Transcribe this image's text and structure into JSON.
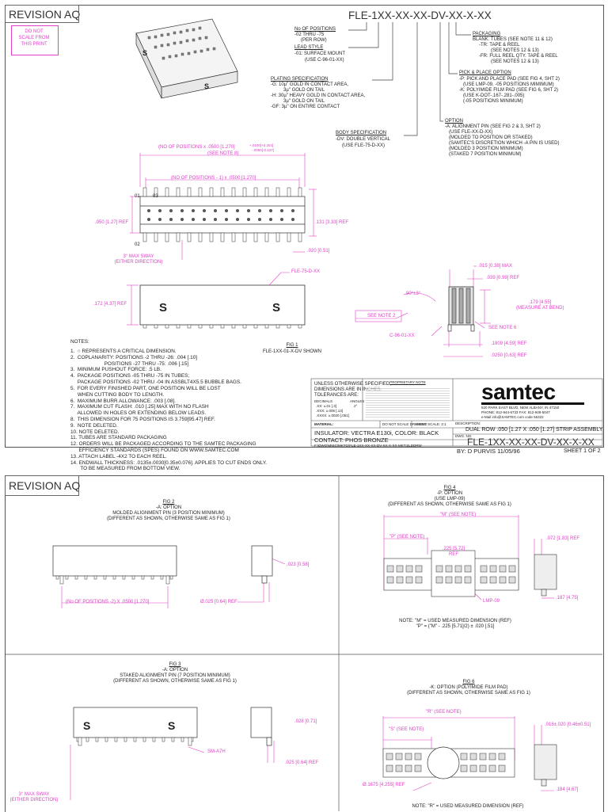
{
  "revision": "REVISION AQ",
  "do_not_scale": [
    "DO NOT",
    "SCALE FROM",
    "THIS PRINT"
  ],
  "part_number": "FLE-1XX-XX-XX-DV-XX-X-XX",
  "callouts": {
    "positions": [
      "No OF POSITIONS",
      "-02 THRU -75",
      "(PER ROW)"
    ],
    "lead": [
      "LEAD STYLE",
      "-01: SURFACE MOUNT",
      "(USE C-96-01-XX)"
    ],
    "plating": [
      "PLATING SPECIFICATION",
      "-G: 10µ\" GOLD IN CONTACT AREA,",
      "3µ\" GOLD ON TAIL",
      "-H: 30µ\" HEAVY GOLD IN CONTACT AREA,",
      "3µ\" GOLD ON TAIL",
      "-GF: 3µ\" ON ENTIRE CONTACT"
    ],
    "body": [
      "BODY SPECIFICATION",
      "-DV: DOUBLE VERTICAL",
      "(USE FLE-75-D-XX)"
    ],
    "packaging": [
      "PACKAGING",
      "BLANK: TUBES (SEE NOTE 11 & 12)",
      "-TR: TAPE & REEL",
      "(SEE NOTES 12 & 13)",
      "-FR: FULL REEL QTY. TAPE & REEL",
      "(SEE NOTES 12 & 13)"
    ],
    "pickplace": [
      "PICK & PLACE OPTION",
      "-P: PICK AND PLACE PAD (SEE FIG 4, SHT 2)",
      "(USE LMP-09, -05 POSITIONS MIMIMUM)",
      "-K: POLYIMIDE FILM PAD (SEE FIG 6, SHT 2)",
      "(USE K-DOT-.167-.281-.005)",
      "(-05 POSITIONS MINIMUM)"
    ],
    "option": [
      "OPTION",
      "-A: ALIGNMENT PIN (SEE FIG 2 & 3, SHT 2)",
      "(USE FLE-XX-D-XX)",
      "(MOLDED TO POSITION OR STAKED)",
      "(SAMTEC'S DISCRETION WHICH -A PIN IS USED)",
      "(MOLDED 3 POSITION MINIMUM)",
      "(STAKED 7 POSITION MINIMUM)"
    ]
  },
  "dims": {
    "top_len": "(NO OF POSITIONS x .0500 [1.270]",
    "top_tol": "+.0100[+0.254]",
    "top_tol2": "-.0050[-0.127]",
    "see_note8": "(SEE NOTE 8)",
    "pitch_len": "(NO OF POSITIONS - 1) x .0500 [1.270]",
    "pin01": "01",
    "pin03": "03",
    "pin02": "02",
    "d050": ".050 [1.27] REF",
    "d131": ".131 [3.33] REF",
    "d020": ".020 [0.51]",
    "sway": [
      "3° MAX SWAY",
      "(EITHER DIRECTION)"
    ],
    "fle75": "FLE-75-D-XX",
    "d172": ".172 [4.37] REF",
    "d015": ".015 [0.38] MAX",
    "d039": ".039 [0.99] REF",
    "ang": "90°±3°",
    "d179": [
      ".179 [4.55]",
      "(MEASURE AT BEND)"
    ],
    "see_note2": "SEE NOTE 2",
    "see_note6": "SEE NOTE 6",
    "c96": "C-96-01-XX",
    "d1809": ".1809 [4.59] REF",
    "d0250": ".0250 [0.63] REF"
  },
  "fig1": [
    "FIG 1",
    "FLE-1XX-01-X-DV SHOWN"
  ],
  "notes_title": "NOTES:",
  "notes": [
    "1.  ○ REPRESENTS A CRITICAL DIMENSION.",
    "2.  COPLANARITY: POSITIONS -2 THRU -26: .004 [.10]",
    "                        POSITIONS -27 THRU -75: .006 [.15]",
    "3.  MINIMUM PUSHOUT FORCE: .5 LB.",
    "4.  PACKAGE POSITIONS -05 THRU -75 IN TUBES;",
    "     PACKAGE POSITIONS -02 THRU -04 IN ASSBLT4X5.5 BUBBLE BAGS.",
    "5.  FOR EVERY FINISHED PART, ONE POSITION WILL BE LOST",
    "     WHEN CUTTING BODY TO LENGTH.",
    "6.  MAXIMUM BURR ALLOWANCE: .003 [.08].",
    "7.  MAXIMUM CUT FLASH: .010 [.25] MAX WITH NO FLASH",
    "     ALLOWED IN HOLES OR EXTENDING BELOW LEADS.",
    "8.  THIS DIMENSION FOR 75 POSITIONS IS 3.759[95.47] REF.",
    "9.  NOTE DELETED.",
    "10. NOTE DELETED.",
    "11. TUBES ARE STANDARD PACKAGING",
    "12. ORDERS WILL BE PACKAGED ACCORDING TO THE SAMTEC PACKAGING",
    "      EFFICIENCY STANDARDS (SPES) FOUND ON WWW.SAMTEC.COM",
    "13. ATTACH LABEL -4X2 TO EACH REEL.",
    "14. ENDWALL THICKNESS: .0135±.0030[0.35±0.076]. APPLIES TO CUT ENDS ONLY.",
    "       TO BE MEASURED FROM BOTTOM VIEW."
  ],
  "title_block": {
    "unless": [
      "UNLESS OTHERWISE SPECIFIED,",
      "DIMENSIONS ARE IN INCHES.",
      "TOLERANCES ARE:"
    ],
    "decimals": "DECIMALS",
    "angles": "ANGLES",
    "tols": [
      ".XX: ±.01 [.3]",
      ".XXX: ±.005 [.13]",
      ".XXXX: ±.0020 [.051]"
    ],
    "ang_tol": "2°",
    "prop_title": "PROPRIETARY NOTE",
    "material": "MATERIAL:",
    "do_not_scale": "DO NOT SCALE DRAWING",
    "sheet_scale": "SHEET SCALE: 2:1",
    "insulator": "INSULATOR: VECTRA E130i, COLOR: BLACK",
    "contact": "CONTACT: PHOS BRONZE",
    "path": "F:\\DWG\\MISC\\MKTG\\FLE-1XX-XX-XX-DV-XX-X-XX-MKT.SLDDRW",
    "logo": "samtec",
    "address": [
      "520 PARK EAST BLVD, NEW ALBANY, IN 47150",
      "PHONE: 812-944-6733     FAX: 812-948-5047",
      "e-Mail  info@SAMTEC.com      code 55322"
    ],
    "desc_label": "DESCRIPTION:",
    "desc": "DUAL ROW .050 [1.27 X .050 [1.27] STRIP ASSEMBLY",
    "dwg_label": "DWG. NO.",
    "dwg_no": "FLE-1XX-XX-XX-DV-XX-X-XX",
    "by": "BY:   D PURVIS     11/05/96",
    "sheet": "SHEET 1 OF 2"
  },
  "sheet2": {
    "revision": "REVISION  AQ",
    "fig2": [
      "FIG 2",
      "-A: OPTION",
      "MOLDED ALIGNMENT PIN (3 POSITION MINIMUM)",
      "(DIFFERENT AS SHOWN, OTHERWISE SAME AS FIG 1)"
    ],
    "fig2_dim": "(No OF POSITIONS -2) X .0500 [1.270]",
    "fig2_dia": "Ø.025 [0.64]  REF",
    "fig2_023": ".023 [0.58]",
    "fig3": [
      "FIG 3",
      "-A: OPTION",
      "STAKED ALIGNMENT PIN (7 POSITION MINIMUM)",
      "(DIFFERENT AS SHOWN, OTHERWISE SAME AS FIG 1)"
    ],
    "fig3_028": ".028 [0.71]",
    "fig3_sm": "SM-A7H",
    "fig3_025": ".025 [0.64]  REF",
    "fig3_sway": [
      "3° MAX SWAY",
      "(EITHER DIRECTION)"
    ],
    "fig4": [
      "FIG 4",
      "-P: OPTION",
      "(USE LMP-09)",
      "(DIFFERENT AS SHOWN, OTHERWISE SAME AS FIG 1)"
    ],
    "fig4_m": "\"M\" (SEE NOTE)",
    "fig4_p": "\"P\" (SEE NOTE)",
    "fig4_225": [
      ".225 [5.72]",
      "REF"
    ],
    "fig4_072": ".072 [1.83]  REF",
    "fig4_187": ".187 [4.75]",
    "fig4_lmp": "LMP-09",
    "fig4_note": [
      "NOTE: \"M\" = USED MEASURED DIMENSION  (REF)",
      "\"P\" = (\"M\" - .225 [5.71]/2) ± .020 [.51]"
    ],
    "fig6": [
      "FIG 6",
      "-K: OPTION (POLYIMIDE FILM PAD)",
      "(DIFFERENT AS SHOWN, OTHERWISE SAME AS FIG 1)"
    ],
    "fig6_r": "\"R\" (SEE NOTE)",
    "fig6_s": "\"S\" (SEE NOTE)",
    "fig6_018": ".018±.020 [0.46±0.51]",
    "fig6_1675": "Ø.1675 [4.255] REF",
    "fig6_184": ".184 [4.67]",
    "fig6_note": "NOTE: \"R\" = USED MEASURED DIMENSION  (REF)"
  }
}
